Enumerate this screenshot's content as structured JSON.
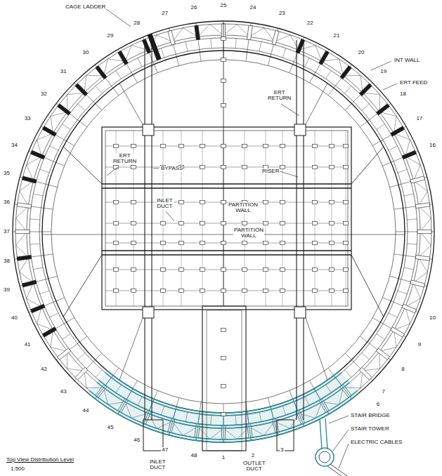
{
  "diagram": {
    "caption": "Top View Distribution Level",
    "labels": [
      "CAGE LADDER",
      "28",
      "27",
      "26",
      "25",
      "24",
      "23",
      "22",
      "21",
      "20",
      "29",
      "INT WALL",
      "19",
      "ERT FEED",
      "18",
      "30",
      "ERT RETURN",
      "17",
      "31",
      "16",
      "32",
      "33",
      "ERT RETURN",
      "BYPASS",
      "RISER",
      "34",
      "35",
      "INLET DUCT",
      "PARTITION WALL",
      "36",
      "PARTITION WALL",
      "37",
      "38",
      "10",
      "39",
      "9",
      "40",
      "8",
      "41",
      "42",
      "7",
      "43",
      "6",
      "44",
      "STAIR BRIDGE",
      "45",
      "STAIR TOWER",
      "46",
      "47",
      "48",
      "1",
      "2",
      "3",
      "INLET DUCT",
      "OUTLET DUCT",
      "ELECTRIC CABLES",
      "1:500"
    ]
  }
}
